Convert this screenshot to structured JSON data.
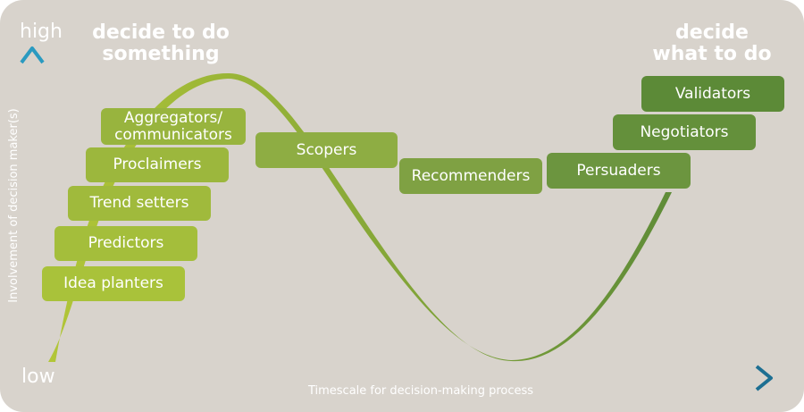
{
  "headers": {
    "left": [
      "decide to do",
      "something"
    ],
    "right": [
      "decide",
      "what to do"
    ]
  },
  "axes": {
    "high": "high",
    "low": "low",
    "y_title": "Involvement of decision maker(s)",
    "x_title": "Timescale for decision-making process"
  },
  "roles": [
    {
      "id": "idea-planters",
      "label": "Idea planters",
      "color": "#a9c23a"
    },
    {
      "id": "predictors",
      "label": "Predictors",
      "color": "#a4be3b"
    },
    {
      "id": "trend-setters",
      "label": "Trend setters",
      "color": "#a0ba3c"
    },
    {
      "id": "proclaimers",
      "label": "Proclaimers",
      "color": "#9cb73d"
    },
    {
      "id": "aggregators",
      "label": "Aggregators/",
      "label2": "communicators",
      "color": "#98b43e"
    },
    {
      "id": "scopers",
      "label": "Scopers",
      "color": "#8ead43"
    },
    {
      "id": "recommenders",
      "label": "Recommenders",
      "color": "#7fa143"
    },
    {
      "id": "persuaders",
      "label": "Persuaders",
      "color": "#6c953f"
    },
    {
      "id": "negotiators",
      "label": "Negotiators",
      "color": "#64903b"
    },
    {
      "id": "validators",
      "label": "Validators",
      "color": "#5c8a37"
    }
  ],
  "colors": {
    "background": "#d8d3cc",
    "axis": "#2b9dbf",
    "curve_start": "#b2c637",
    "curve_end": "#5f8c38"
  }
}
